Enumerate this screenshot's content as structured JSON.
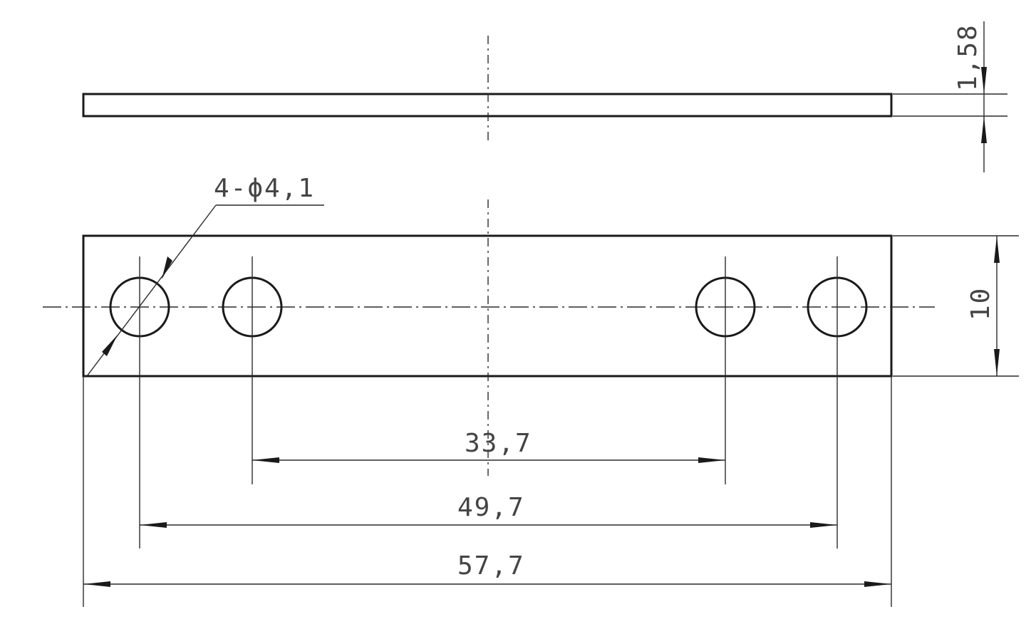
{
  "dimensions": {
    "thickness": "1,58",
    "height": "10",
    "hole_spec": "4-ϕ4,1",
    "inner_spacing": "33,7",
    "outer_spacing": "49,7",
    "overall_length": "57,7"
  }
}
